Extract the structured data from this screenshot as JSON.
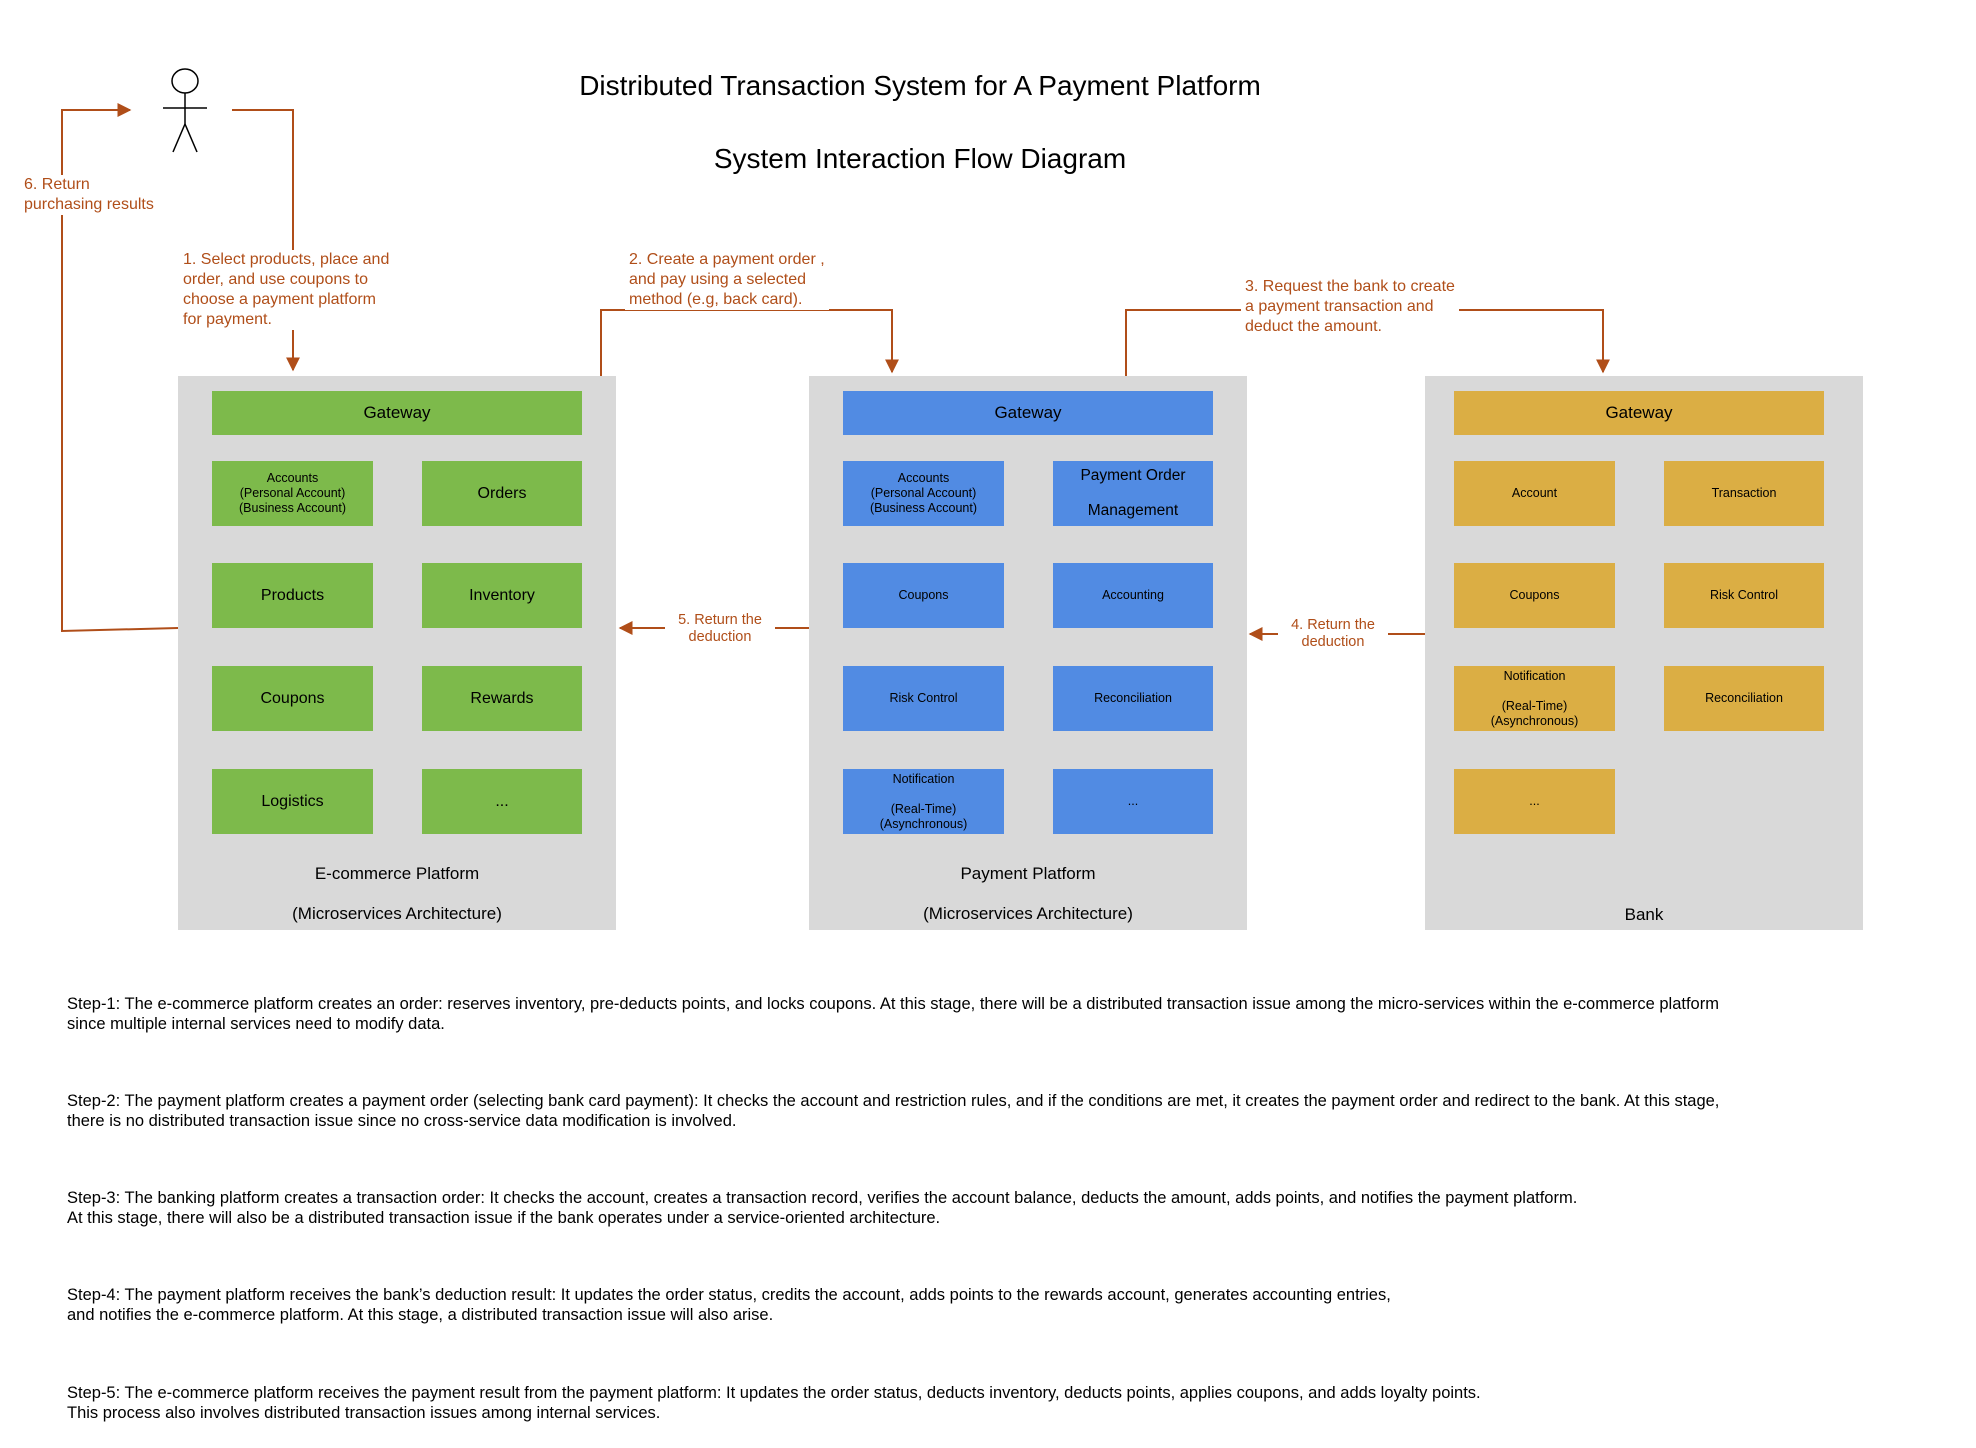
{
  "titles": {
    "main": "Distributed Transaction System for A Payment Platform",
    "sub": "System Interaction Flow Diagram"
  },
  "colors": {
    "ecommerce": "#7dba4b",
    "payment": "#518be3",
    "bank": "#dbae44",
    "panel": "#d9d9d9",
    "arrow": "#b04e19"
  },
  "arrows": {
    "a1": "1. Select products, place and\norder, and use coupons to\nchoose a payment platform\nfor payment.",
    "a2": "2. Create a payment order ,\nand pay using a selected\nmethod (e.g, back card).",
    "a3": "3. Request the bank to create\na payment transaction and\ndeduct the amount.",
    "a4": "4. Return the\ndeduction",
    "a5": "5. Return the\ndeduction",
    "a6": "6. Return\npurchasing results"
  },
  "ecommerce": {
    "gateway": "Gateway",
    "accounts": [
      "Accounts",
      "(Personal Account)",
      "(Business Account)"
    ],
    "orders": "Orders",
    "products": "Products",
    "inventory": "Inventory",
    "coupons": "Coupons",
    "rewards": "Rewards",
    "logistics": "Logistics",
    "more": "...",
    "label1": "E-commerce Platform",
    "label2": "(Microservices Architecture)"
  },
  "payment": {
    "gateway": "Gateway",
    "accounts": [
      "Accounts",
      "(Personal Account)",
      "(Business Account)"
    ],
    "pom": [
      "Payment Order",
      "Management"
    ],
    "coupons": "Coupons",
    "accounting": "Accounting",
    "risk": "Risk Control",
    "reconciliation": "Reconciliation",
    "notification": [
      "Notification",
      "",
      "(Real-Time)",
      "(Asynchronous)"
    ],
    "more": "...",
    "label1": "Payment Platform",
    "label2": "(Microservices Architecture)"
  },
  "bank": {
    "gateway": "Gateway",
    "account": "Account",
    "transaction": "Transaction",
    "coupons": "Coupons",
    "risk": "Risk Control",
    "notification": [
      "Notification",
      "",
      "(Real-Time)",
      "(Asynchronous)"
    ],
    "reconciliation": "Reconciliation",
    "more": "...",
    "label": "Bank"
  },
  "steps": [
    "Step-1: The e-commerce platform creates an order: reserves inventory, pre-deducts points, and locks coupons. At this stage, there will be a distributed transaction issue among the micro-services within the  e-commerce platform\n since multiple internal services need to modify data.",
    "Step-2: The payment platform creates a payment order (selecting bank card payment): It checks the account and restriction rules, and if the conditions are met, it creates the payment order and redirect to the bank. At this stage,\nthere is no distributed transaction issue since no cross-service data modification is involved.",
    "Step-3: The banking platform creates a transaction order: It checks the account, creates a transaction record, verifies the account balance, deducts the amount, adds points, and notifies the payment platform.\nAt this stage, there will also be a distributed transaction issue if the bank operates under a service-oriented architecture.",
    "Step-4: The payment platform receives the bank’s deduction result: It updates the order status, credits the account, adds points to the rewards account, generates accounting entries,\nand notifies the e-commerce platform. At this stage, a distributed transaction issue will also arise.",
    "Step-5: The e-commerce platform receives the payment result from the payment platform: It updates the order status, deducts inventory, deducts points, applies coupons, and adds loyalty points.\nThis process also involves distributed transaction issues among internal services."
  ]
}
